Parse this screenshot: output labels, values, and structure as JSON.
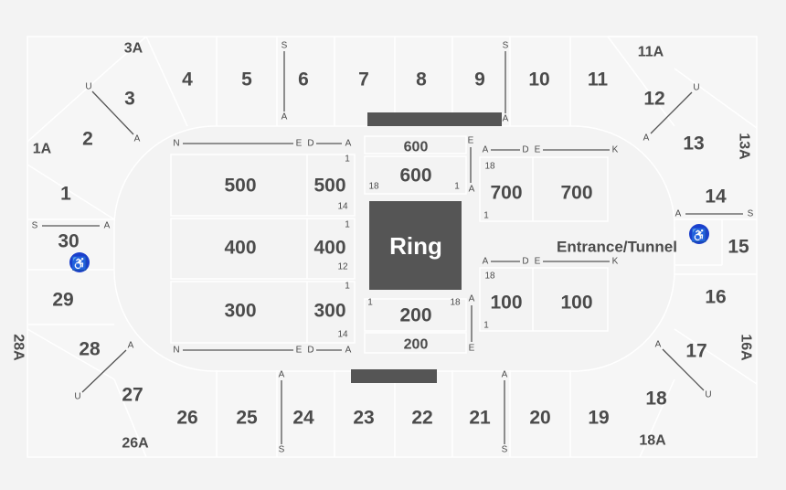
{
  "sections": [
    "3A",
    "4",
    "5",
    "6",
    "7",
    "8",
    "9",
    "10",
    "11",
    "11A",
    "12",
    "13",
    "13A",
    "14",
    "15",
    "16",
    "16A",
    "17",
    "18",
    "18A",
    "19",
    "20",
    "21",
    "22",
    "23",
    "24",
    "25",
    "26",
    "26A",
    "27",
    "28",
    "28A",
    "29",
    "30",
    "1",
    "1A",
    "2",
    "3"
  ],
  "floor_sections": [
    "500",
    "500",
    "400",
    "400",
    "300",
    "300",
    "600",
    "600",
    "200",
    "200",
    "700",
    "700",
    "100",
    "100"
  ],
  "ring_label": "Ring",
  "entrance_label": "Entrance/Tunnel",
  "markers": [
    "S",
    "A",
    "S",
    "A",
    "U",
    "A",
    "U",
    "A",
    "S",
    "A",
    "A",
    "S",
    "A",
    "U",
    "A",
    "U",
    "A",
    "S",
    "A",
    "S",
    "N",
    "E",
    "D",
    "A",
    "1",
    "14",
    "1",
    "12",
    "1",
    "14",
    "N",
    "E",
    "D",
    "A",
    "18",
    "1",
    "E",
    "A",
    "A",
    "D",
    "E",
    "K",
    "18",
    "1",
    "A",
    "D",
    "E",
    "K",
    "18",
    "1",
    "1",
    "18",
    "A",
    "E"
  ],
  "accessibility": {
    "icon": "wheelchair-icon",
    "color": "#1a3fcc"
  },
  "colors": {
    "stage": "#555555",
    "text": "#4b4b4b",
    "background": "#f3f3f3"
  }
}
